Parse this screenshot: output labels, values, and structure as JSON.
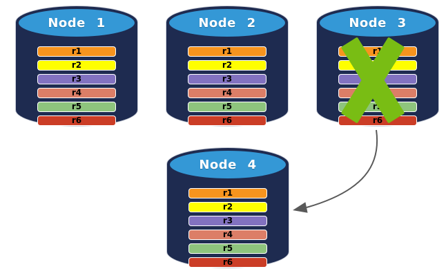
{
  "palette": {
    "background": "#FFFFFF",
    "cylinder_body": "#1E2B50",
    "cylinder_top": "#3498D6",
    "node_label_color": "#FFFFFF",
    "row_text_color": "#000000"
  },
  "nodes": [
    {
      "label": "Node 1",
      "rows": [
        {
          "label": "r1",
          "color": "#F7941E"
        },
        {
          "label": "r2",
          "color": "#FFFF00"
        },
        {
          "label": "r3",
          "color": "#8272C0"
        },
        {
          "label": "r4",
          "color": "#DC7E67"
        },
        {
          "label": "r5",
          "color": "#8EC47D"
        },
        {
          "label": "r6",
          "color": "#CB3D26"
        }
      ]
    },
    {
      "label": "Node 2",
      "rows": [
        {
          "label": "r1",
          "color": "#F7941E"
        },
        {
          "label": "r2",
          "color": "#FFFF00"
        },
        {
          "label": "r3",
          "color": "#8272C0"
        },
        {
          "label": "r4",
          "color": "#DC7E67"
        },
        {
          "label": "r5",
          "color": "#8EC47D"
        },
        {
          "label": "r6",
          "color": "#CB3D26"
        }
      ]
    },
    {
      "label": "Node 3",
      "rows": [
        {
          "label": "r1",
          "color": "#F7941E"
        },
        {
          "label": "r2",
          "color": "#FFFF00"
        },
        {
          "label": "r3",
          "color": "#8272C0"
        },
        {
          "label": "r4",
          "color": "#DC7E67"
        },
        {
          "label": "r5",
          "color": "#8EC47D"
        },
        {
          "label": "r6",
          "color": "#CB3D26"
        }
      ]
    },
    {
      "label": "Node 4",
      "rows": [
        {
          "label": "r1",
          "color": "#F7941E"
        },
        {
          "label": "r2",
          "color": "#FFFF00"
        },
        {
          "label": "r3",
          "color": "#8272C0"
        },
        {
          "label": "r4",
          "color": "#DC7E67"
        },
        {
          "label": "r5",
          "color": "#8EC47D"
        },
        {
          "label": "r6",
          "color": "#CB3D26"
        }
      ]
    }
  ],
  "failure_mark": {
    "icon": "x-cross",
    "on_node": "Node 3",
    "color": "#79BD14"
  },
  "arrow": {
    "from": "Node 3",
    "to": "Node 4",
    "color": "#595959"
  }
}
